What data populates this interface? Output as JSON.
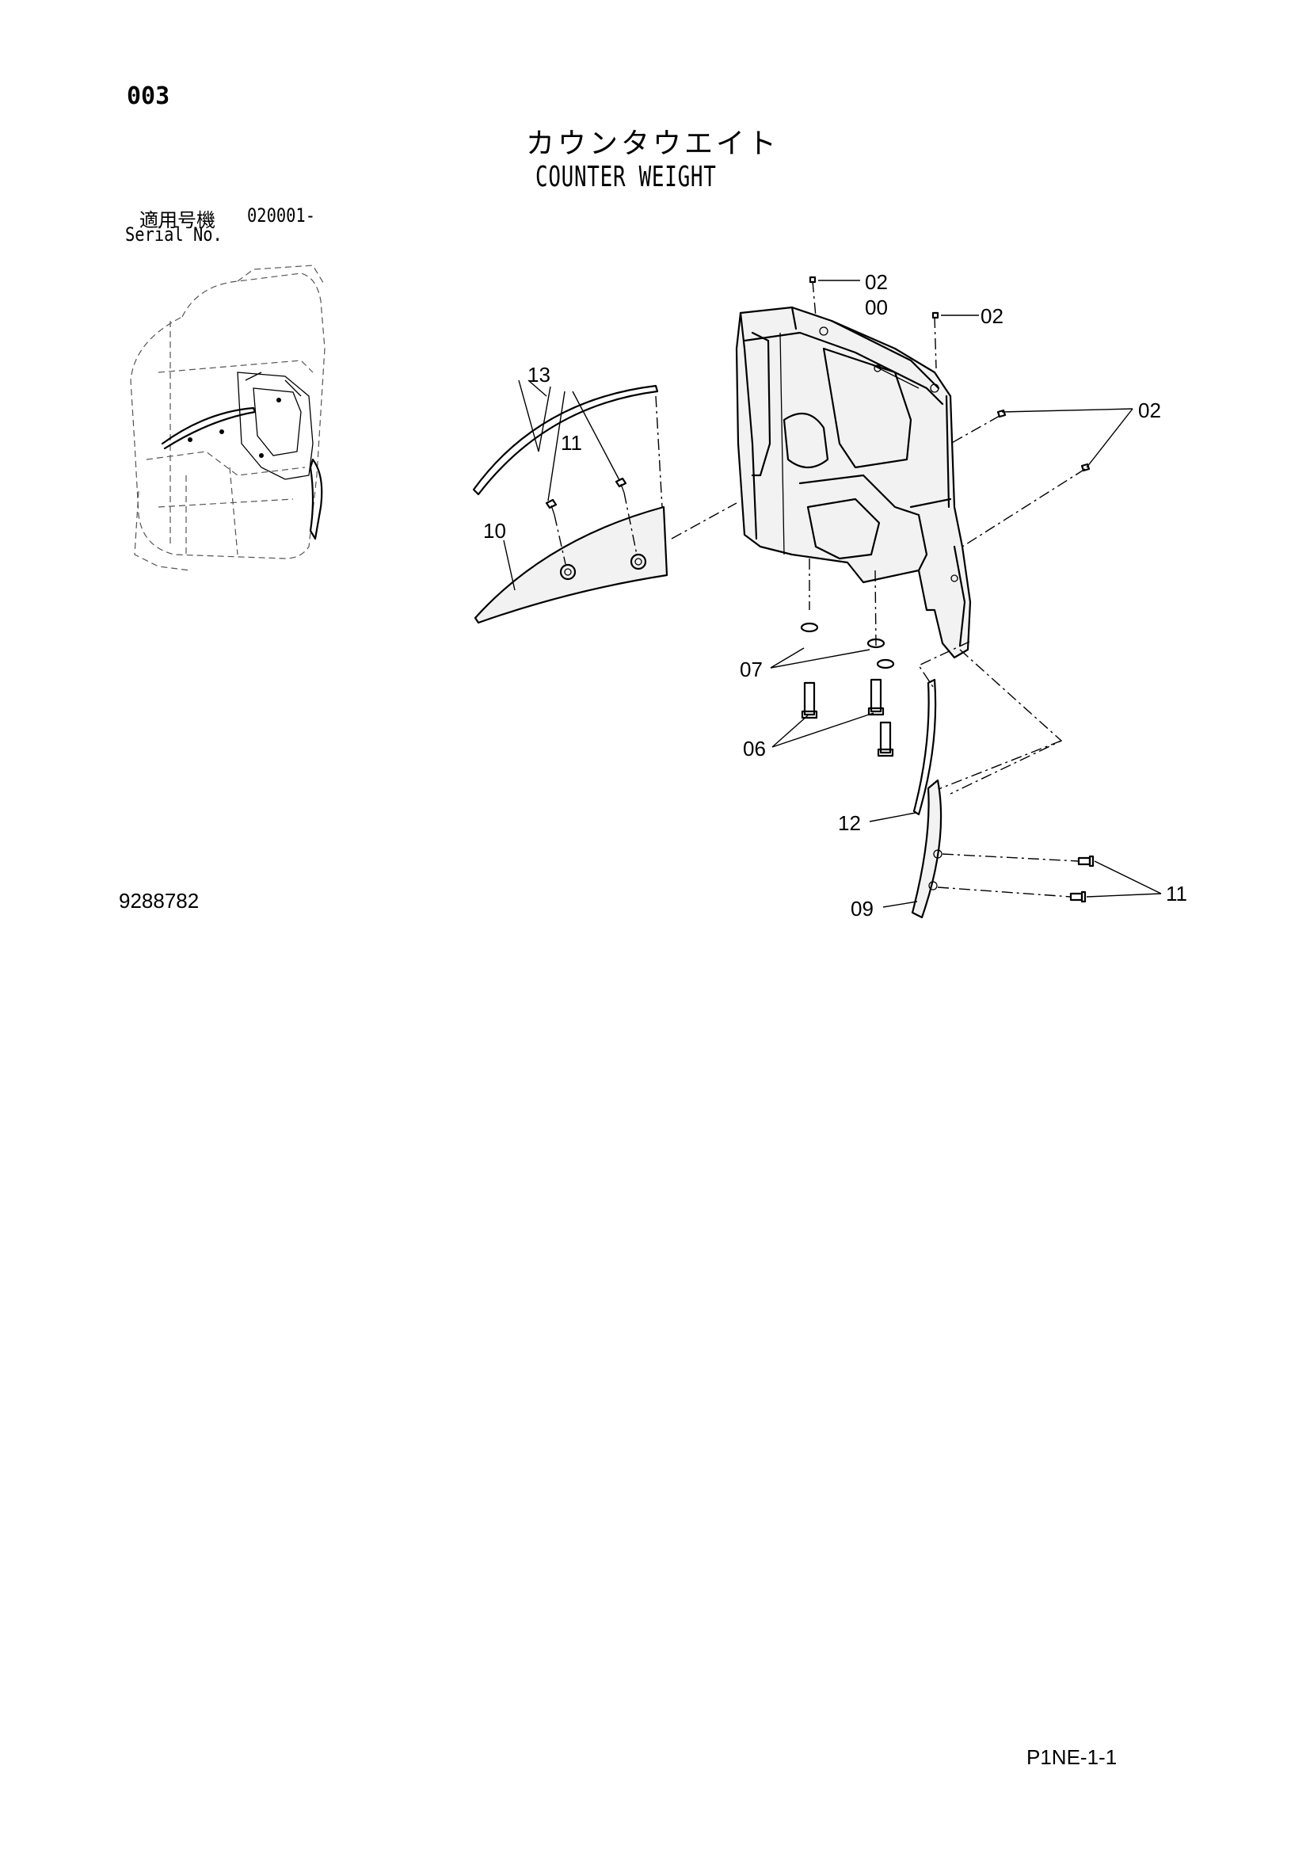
{
  "header": {
    "page_no": "003",
    "title_jp": "カウンタウエイト",
    "title_en": "COUNTER WEIGHT",
    "serial_label_jp": "適用号機",
    "serial_value": "020001-",
    "serial_label_en": "Serial No."
  },
  "callouts": {
    "c00": "00",
    "c02a": "02",
    "c02b": "02",
    "c02c": "02",
    "c06": "06",
    "c07": "07",
    "c09": "09",
    "c10": "10",
    "c11a": "11",
    "c11b": "11",
    "c12": "12",
    "c13": "13"
  },
  "footer": {
    "drawing_no": "9288782",
    "sheet_code": "P1NE-1-1"
  }
}
